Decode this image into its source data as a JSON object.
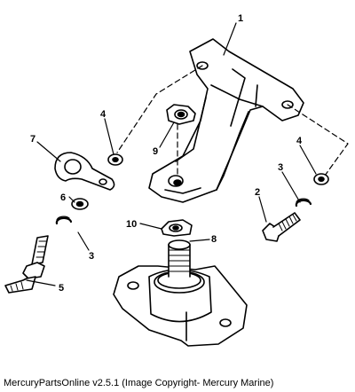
{
  "callouts": {
    "c1": "1",
    "c2": "2",
    "c3a": "3",
    "c3b": "3",
    "c4a": "4",
    "c4b": "4",
    "c5": "5",
    "c6": "6",
    "c7": "7",
    "c8": "8",
    "c9": "9",
    "c10": "10"
  },
  "parts": {
    "bracket": "engine-mount-bracket",
    "bolt": "bolt",
    "lockwasher": "lockwasher",
    "washer": "washer",
    "stud": "stud",
    "clamp": "clamp",
    "mount": "engine-mount",
    "nut": "nut",
    "tab_washer": "tab-washer"
  },
  "footer": {
    "text": "MercuryPartsOnline v2.5.1 (Image Copyright- Mercury Marine)"
  }
}
